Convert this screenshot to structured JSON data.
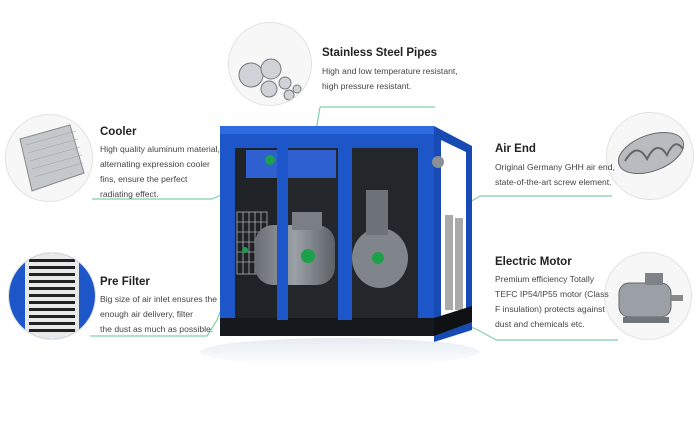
{
  "diagram": {
    "subject": "Screw air compressor",
    "accent_line_color": "#7fd1a8",
    "pointer_dot_color": "#1ca04a",
    "cabinet_color": "#1d56c9",
    "callouts": [
      {
        "id": "stainless-steel-pipes",
        "title": "Stainless Steel Pipes",
        "lines": [
          "High and low temperature resistant,",
          "high pressure resistant."
        ]
      },
      {
        "id": "cooler",
        "title": "Cooler",
        "lines": [
          "High quality aluminum material,",
          "alternating expression cooler",
          "fins, ensure the perfect",
          "radiating effect."
        ]
      },
      {
        "id": "pre-filter",
        "title": "Pre Filter",
        "lines": [
          "Big size of air inlet ensures the",
          "enough air delivery, filter",
          "the dust as much as possible."
        ]
      },
      {
        "id": "air-end",
        "title": "Air End",
        "lines": [
          "Original Germany GHH air end,",
          "state-of-the-art screw element."
        ]
      },
      {
        "id": "electric-motor",
        "title": "Electric Motor",
        "lines": [
          "Premium efficiency Totally",
          "TEFC IP54/IP55 motor (Class",
          "F insulation) protects against",
          "dust and chemicals etc."
        ]
      }
    ]
  }
}
